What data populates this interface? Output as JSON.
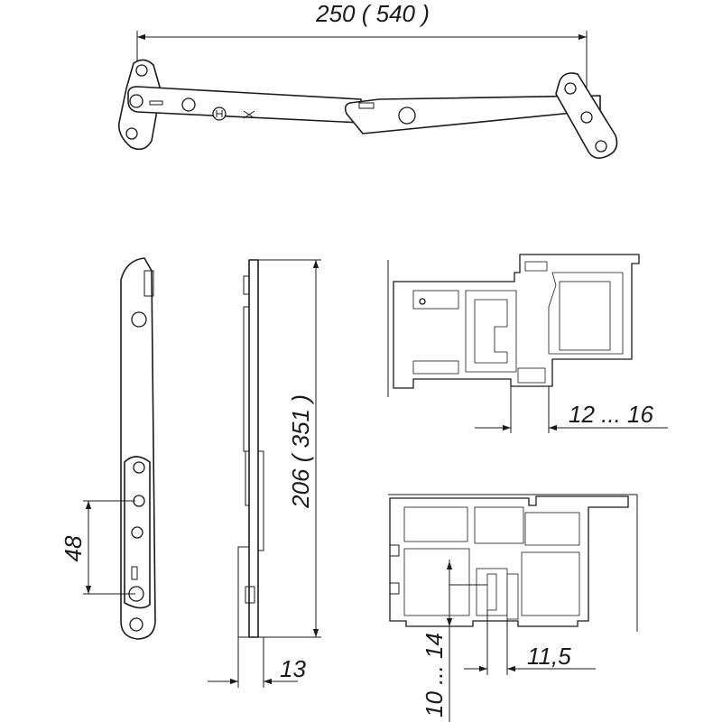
{
  "dimensions": {
    "stay_length": "250 ( 540 )",
    "stay_height": "206 ( 351 )",
    "hole_spacing": "48",
    "arm_thickness": "13",
    "sash_gap_range": "12 ... 16",
    "rebate_offset": "11,5",
    "overlap_range": "10 ... 14"
  }
}
